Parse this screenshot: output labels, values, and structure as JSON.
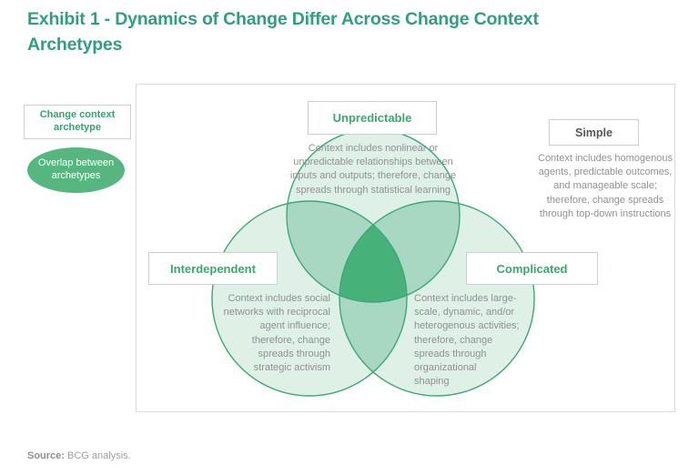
{
  "title": "Exhibit 1 - Dynamics of Change Differ Across Change Context\nArchetypes",
  "legend": {
    "archetype_label": "Change context archetype",
    "overlap_label": "Overlap between archetypes"
  },
  "venn": {
    "circles": [
      {
        "id": "unpredictable",
        "label": "Unpredictable",
        "description": "Context includes nonlinear or\nunpredictable relationships between\ninputs and outputs; therefore, change\nspreads through statistical learning"
      },
      {
        "id": "interdependent",
        "label": "Interdependent",
        "description": "Context includes social\nnetworks with reciprocal\nagent influence;\ntherefore, change\nspreads through\nstrategic activism"
      },
      {
        "id": "complicated",
        "label": "Complicated",
        "description": "Context includes large-\nscale, dynamic, and/or\nheterogenous activities;\ntherefore, change\nspreads through\norganizational\nshaping"
      }
    ],
    "outside": {
      "id": "simple",
      "label": "Simple",
      "description": "Context includes homogenous\nagents, predictable outcomes,\nand manageable scale;\ntherefore, change spreads\nthrough top-down instructions"
    }
  },
  "colors": {
    "title_green": "#2f9f80",
    "label_green": "#3aa96f",
    "circle_fill_single": "#dff0e7",
    "circle_fill_double": "#a8d8c1",
    "circle_fill_triple": "#47b17a",
    "circle_stroke": "#3ba877",
    "overlap_ellipse": "#55b77f",
    "body_text_gray": "#8f9193"
  },
  "source": {
    "prefix": "Source:",
    "text": " BCG analysis."
  }
}
